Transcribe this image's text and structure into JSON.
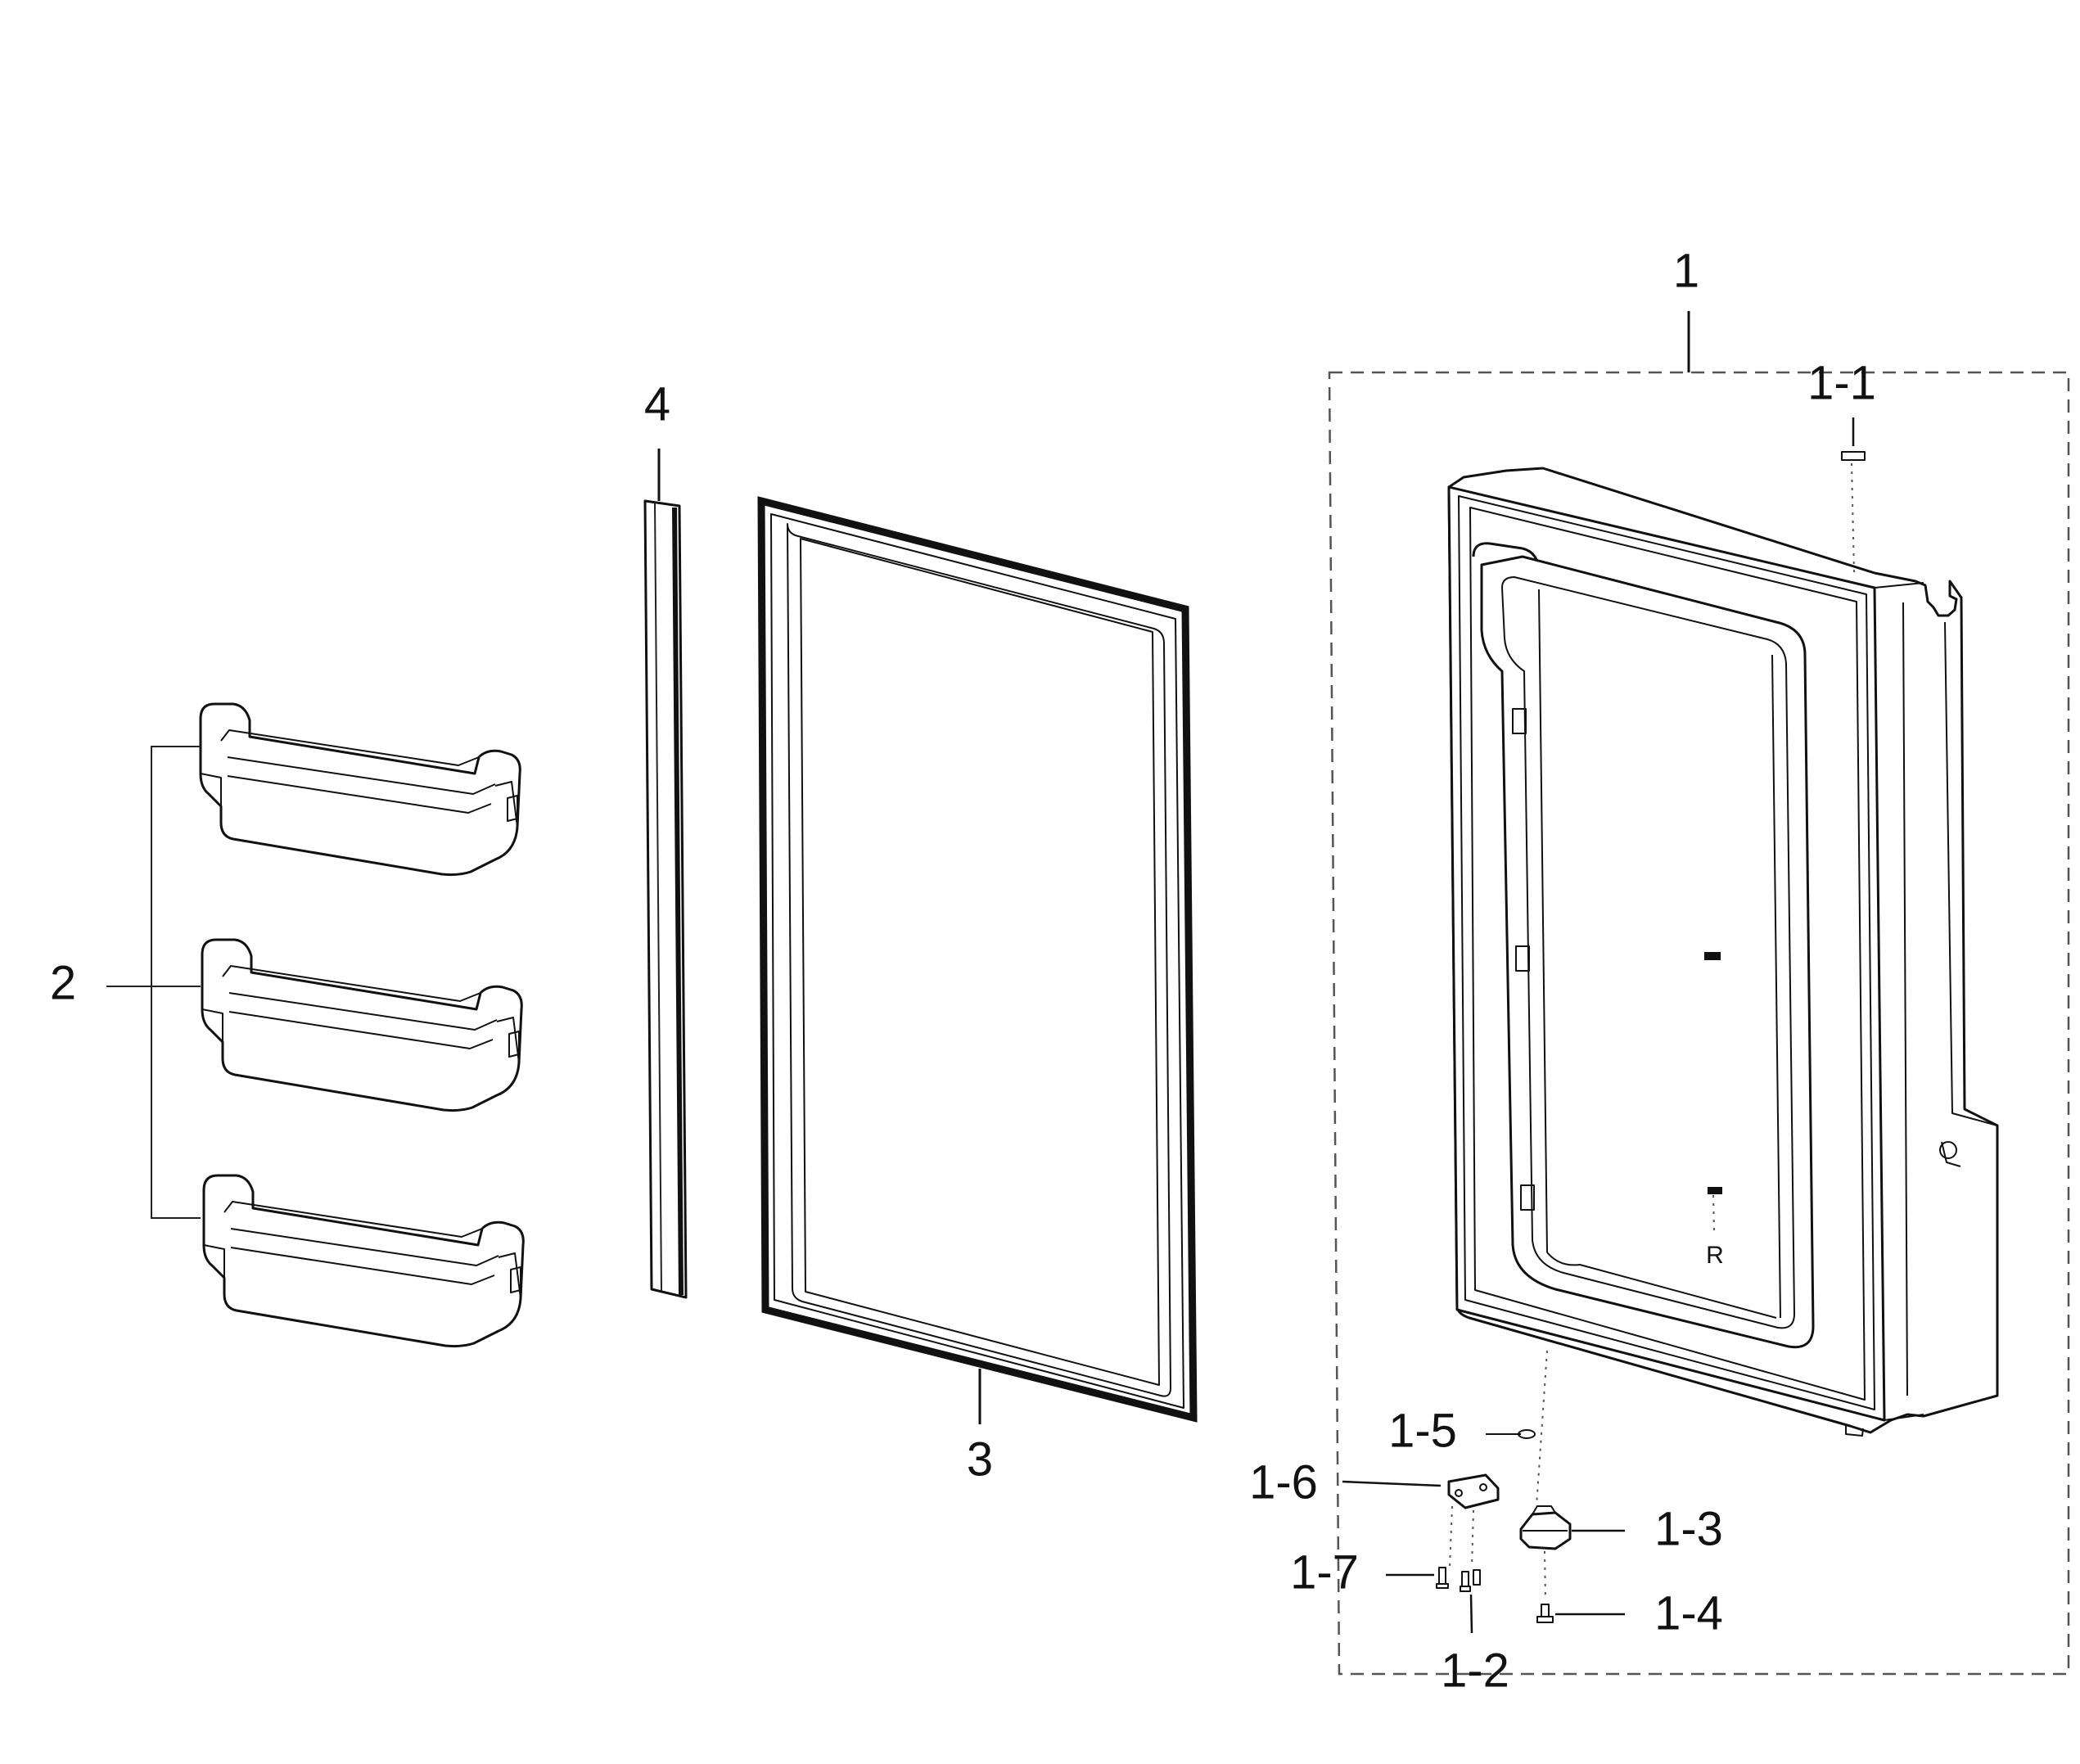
{
  "callouts": {
    "door_assembly": "1",
    "cap": "1-1",
    "screw_1_2": "1-2",
    "hinge_cam": "1-3",
    "screw_1_4": "1-4",
    "washer": "1-5",
    "hinge_plate": "1-6",
    "screw_1_7": "1-7",
    "door_bins": "2",
    "gasket": "3",
    "strip": "4"
  },
  "door_marking": "R",
  "colors": {
    "line": "#111111",
    "background": "#ffffff",
    "dashed_box": "#555555"
  }
}
